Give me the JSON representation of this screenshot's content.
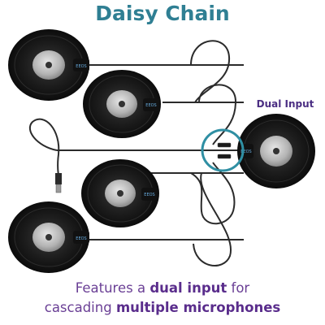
{
  "title": "Daisy Chain",
  "callout": "Dual Input",
  "caption": {
    "line1_a": "Features a ",
    "line1_b": "dual input",
    "line1_c": " for",
    "line2_a": "cascading ",
    "line2_b": "multiple microphones"
  },
  "device_label": "EEOS",
  "colors": {
    "title": "#2f7f93",
    "highlight_ring": "#2f8fa3",
    "accent_purple": "#5a2d8c",
    "puck": "#1b1b1b",
    "center_disc": "#b8b8b8"
  },
  "icons": [
    "microphone-puck-icon",
    "usb-plug-icon",
    "audio-jack-icon",
    "cable-icon"
  ]
}
